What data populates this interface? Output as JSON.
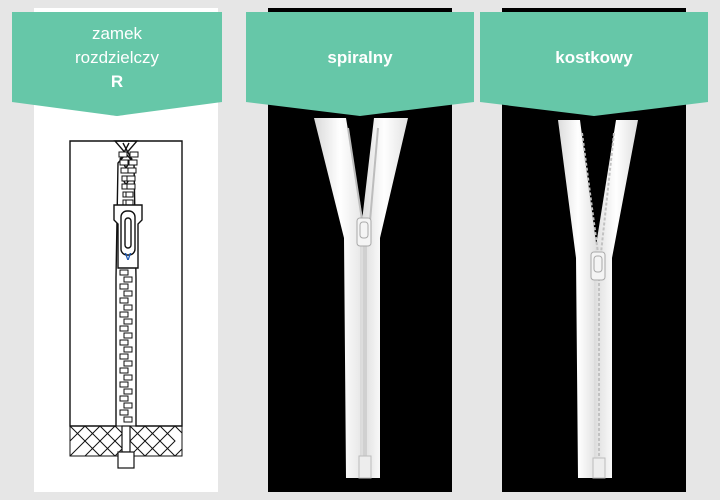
{
  "cards": [
    {
      "title_lines": [
        "zamek",
        "rozdzielczy"
      ],
      "title_code": "R",
      "image": "separating-zipper-diagram",
      "brand_mark": "V"
    },
    {
      "title": "spiralny",
      "image": "white-coil-zipper-photo"
    },
    {
      "title": "kostkowy",
      "image": "white-molded-zipper-photo"
    }
  ],
  "colors": {
    "banner": "#66c7a8",
    "page_background": "#e6e6e6",
    "photo_background": "#000000",
    "diagram_background": "#ffffff",
    "slider_logo": "#1a57b4"
  }
}
